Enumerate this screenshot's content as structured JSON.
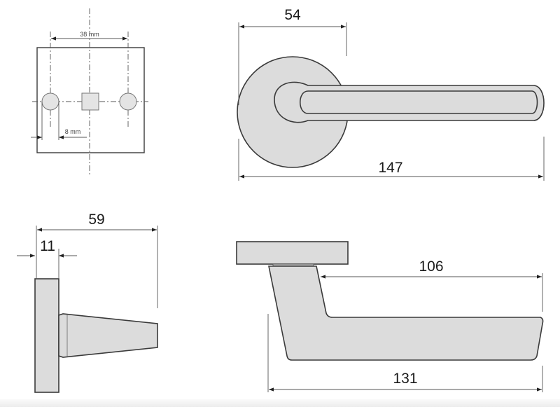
{
  "colors": {
    "fill": "#dcdcdc",
    "outline": "#3a3a3a",
    "dimension": "#555555"
  },
  "rose_plate_front": {
    "hole_spacing": "38 mm",
    "hole_offset": "8 mm"
  },
  "lever_top_view": {
    "rose_diameter": "54",
    "total_length": "147"
  },
  "side_view": {
    "total_projection": "59",
    "rose_thickness": "11"
  },
  "lever_side_view": {
    "grip_length": "106",
    "total_length": "131"
  }
}
